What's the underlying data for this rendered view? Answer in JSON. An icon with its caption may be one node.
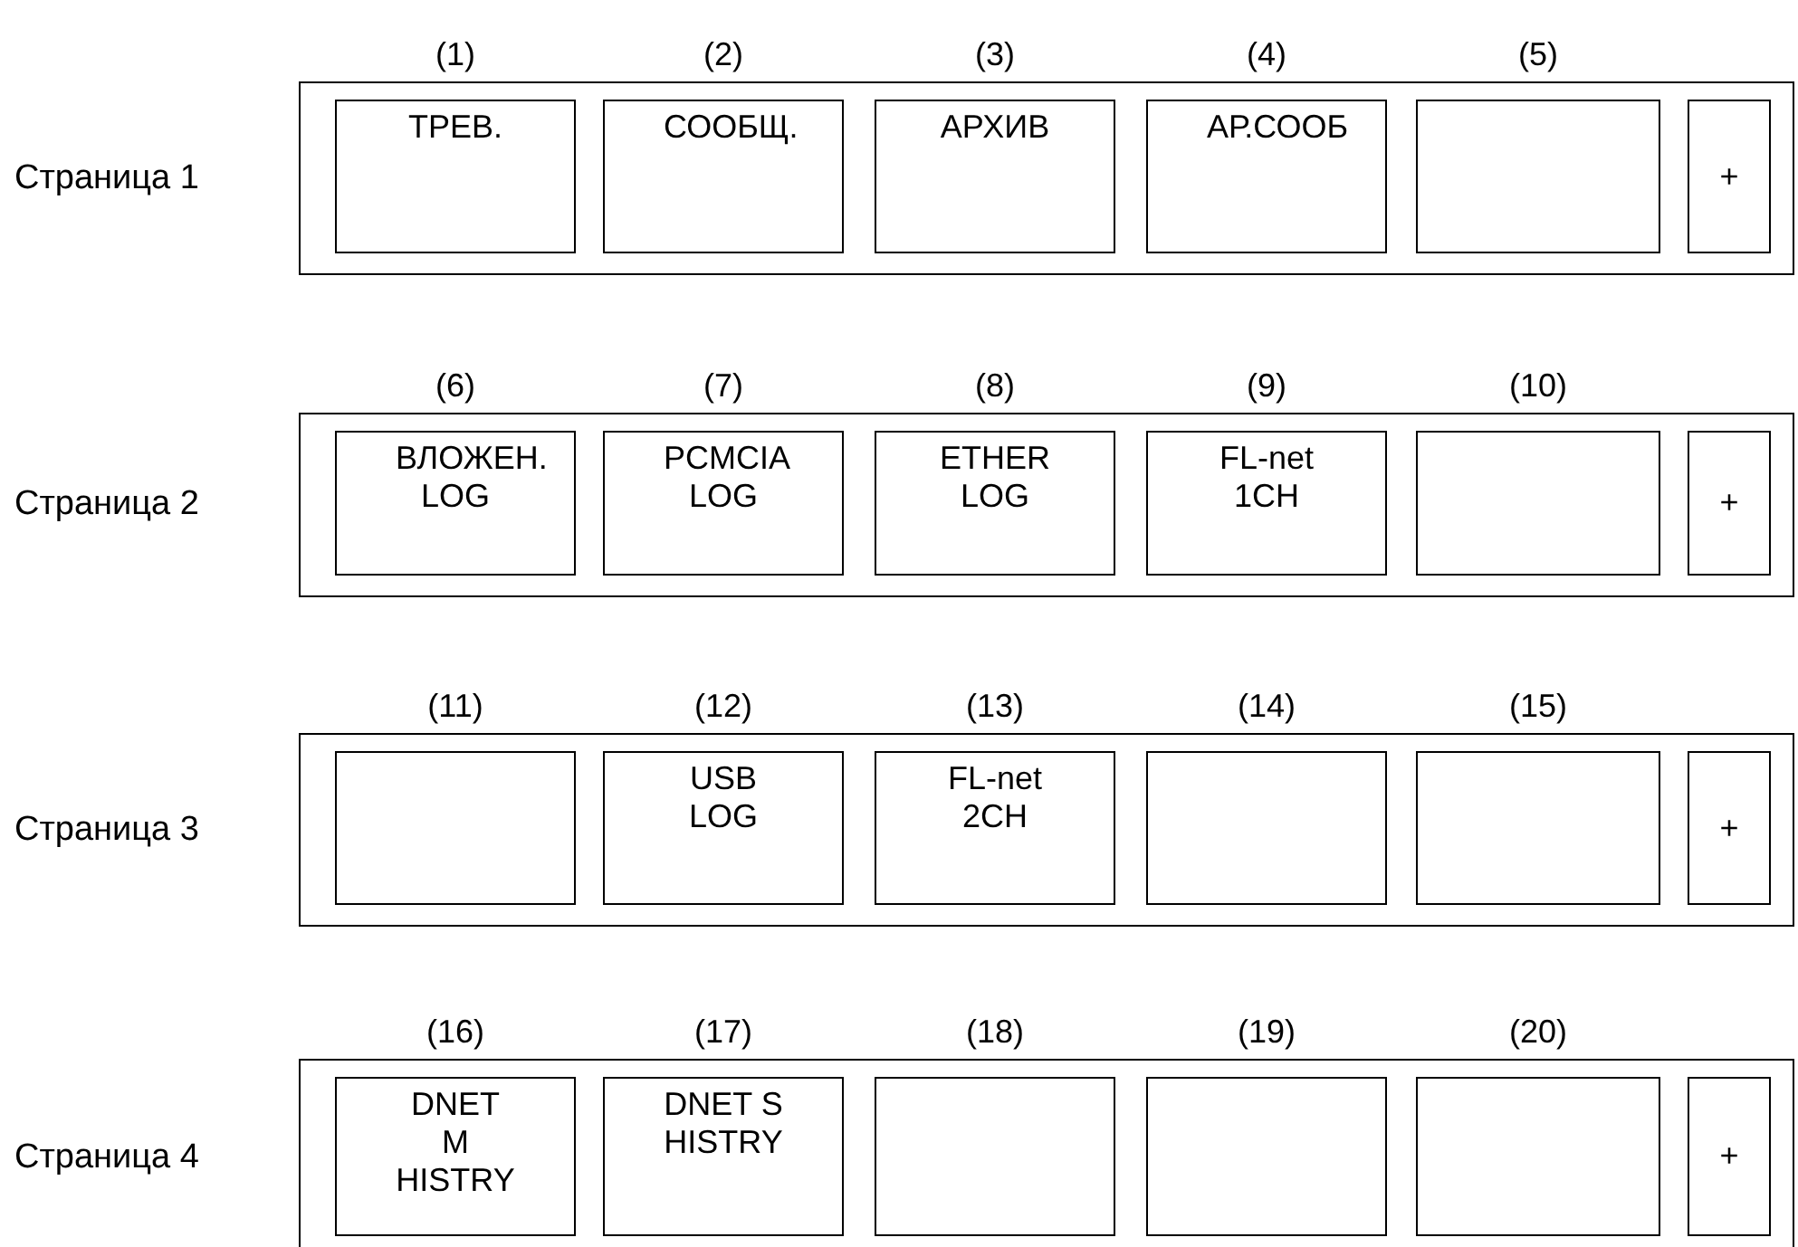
{
  "diagram": {
    "nodes": [
      {
        "text": [
          "Страница 1"
        ]
      },
      {
        "text": [
          "ТРЕВ."
        ],
        "in": 0,
        "beside": [
          "(1)"
        ]
      },
      {
        "text": [
          "СООБЩ."
        ],
        "in": 0,
        "beside": [
          "(2)"
        ]
      },
      {
        "text": [
          "АРХИВ"
        ],
        "in": 0,
        "beside": [
          "(3)"
        ]
      },
      {
        "text": [
          "АР.СООБ"
        ],
        "in": 0,
        "beside": [
          "(4)"
        ]
      },
      {
        "text": [],
        "shape": "box",
        "in": 0,
        "beside": [
          "(5)"
        ]
      },
      {
        "text": [
          "+"
        ],
        "in": 0
      },
      {
        "text": [
          "Страница 2"
        ]
      },
      {
        "text": [
          "ВЛОЖЕН. LOG"
        ],
        "in": 7,
        "beside": [
          "(6)"
        ]
      },
      {
        "text": [
          "PCMCIA LOG"
        ],
        "in": 7,
        "beside": [
          "(7)"
        ]
      },
      {
        "text": [
          "ETHER LOG"
        ],
        "in": 7,
        "beside": [
          "(8)"
        ]
      },
      {
        "text": [
          "FL-net 1CH"
        ],
        "in": 7,
        "beside": [
          "(9)"
        ]
      },
      {
        "text": [],
        "shape": "box",
        "in": 7,
        "beside": [
          "(10)"
        ]
      },
      {
        "text": [
          "+"
        ],
        "in": 7
      },
      {
        "text": [
          "Страница 3"
        ]
      },
      {
        "text": [],
        "shape": "box",
        "in": 14,
        "beside": [
          "(11)"
        ]
      },
      {
        "text": [
          "USB LOG"
        ],
        "in": 14,
        "beside": [
          "(12)"
        ]
      },
      {
        "text": [
          "FL-net 2CH"
        ],
        "in": 14,
        "beside": [
          "(13)"
        ]
      },
      {
        "text": [],
        "shape": "box",
        "in": 14,
        "beside": [
          "(14)"
        ]
      },
      {
        "text": [],
        "shape": "box",
        "in": 14,
        "beside": [
          "(15)"
        ]
      },
      {
        "text": [
          "+"
        ],
        "in": 14
      },
      {
        "text": [
          "Страница 4"
        ]
      },
      {
        "text": [
          "DNET M HISTRY"
        ],
        "in": 21,
        "beside": [
          "(16)"
        ]
      },
      {
        "text": [
          "DNET S HISTRY"
        ],
        "in": 21,
        "beside": [
          "(17)"
        ]
      },
      {
        "text": [],
        "shape": "box",
        "in": 21,
        "beside": [
          "(18)"
        ]
      },
      {
        "text": [],
        "shape": "box",
        "in": 21,
        "beside": [
          "(19)"
        ]
      },
      {
        "text": [],
        "shape": "box",
        "in": 21,
        "beside": [
          "(20)"
        ]
      },
      {
        "text": [
          "+"
        ],
        "in": 21
      }
    ],
    "edges": []
  }
}
